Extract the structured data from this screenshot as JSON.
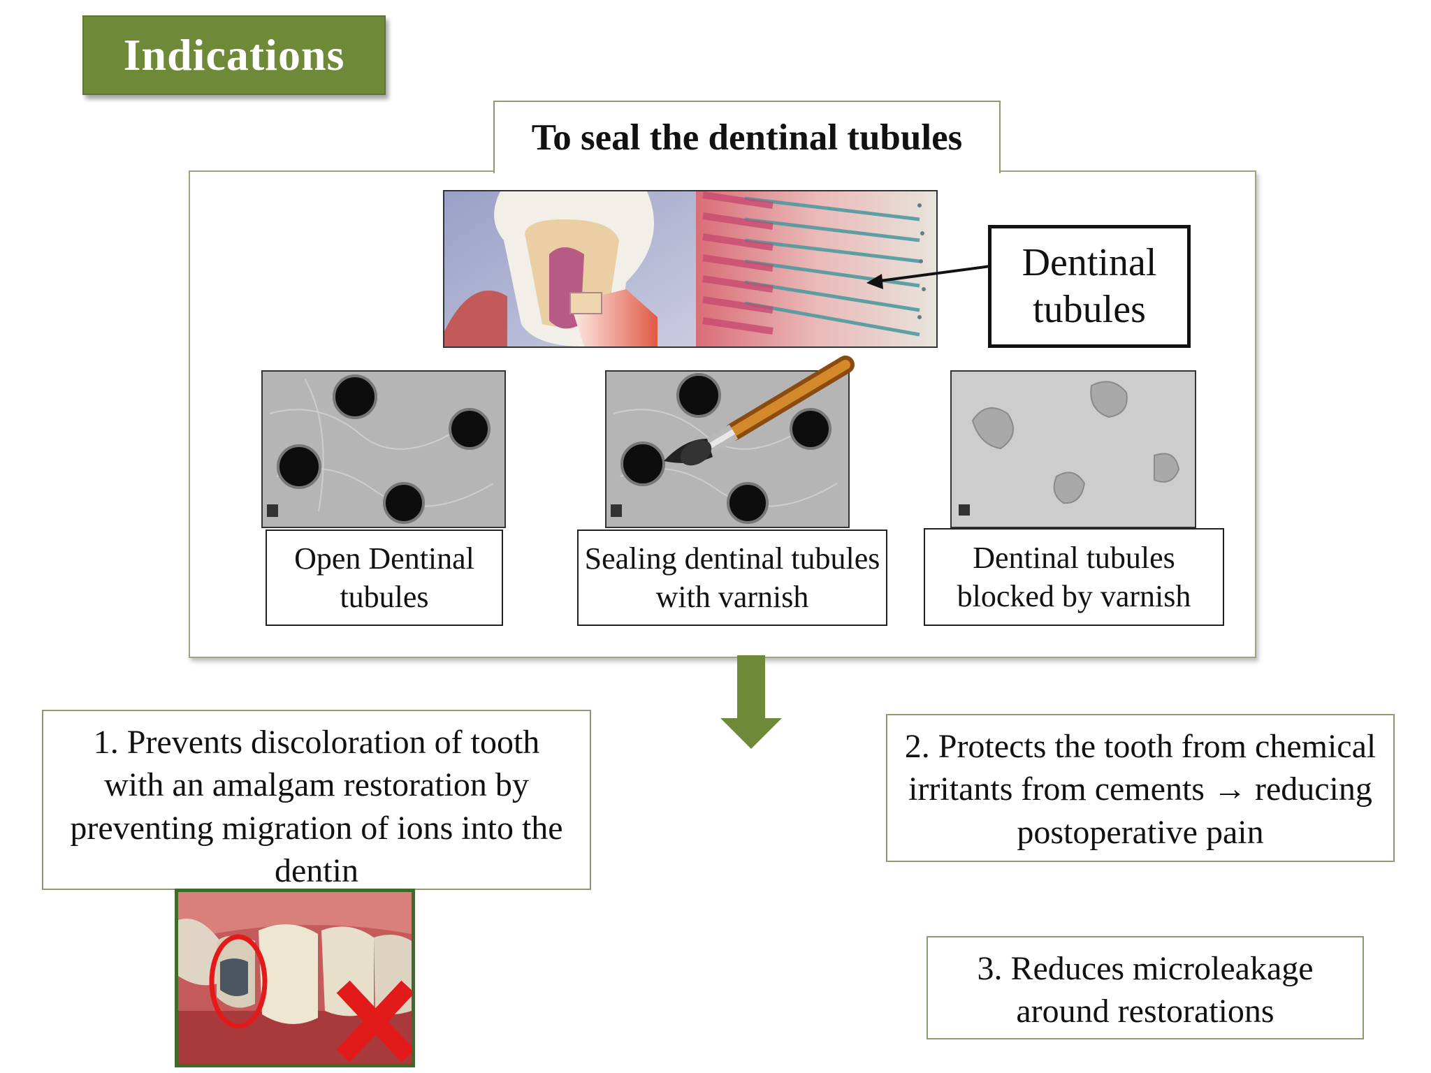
{
  "title": "Indications",
  "section_heading": "To seal the dentinal tubules",
  "callout_label": "Dentinal tubules",
  "images": {
    "top": "tooth-cross-section-illustration",
    "open": "open-tubules-sem-micrograph",
    "sealing": "sealing-tubules-with-brush-micrograph",
    "blocked": "blocked-tubules-sem-micrograph",
    "clinical": "amalgam-discoloration-photo"
  },
  "captions": {
    "open": "Open Dentinal tubules",
    "sealing": "Sealing dentinal tubules with varnish",
    "blocked": "Dentinal tubules blocked by varnish"
  },
  "benefits": [
    {
      "text": "1. Prevents discoloration of tooth with an amalgam restoration by preventing migration of ions into the dentin"
    },
    {
      "text": "2.  Protects the tooth from chemical irritants from cements → reducing postoperative pain"
    },
    {
      "text": "3. Reduces microleakage around restorations"
    }
  ],
  "colors": {
    "accent": "#6e8a38",
    "mark_red": "#e21a1a"
  }
}
